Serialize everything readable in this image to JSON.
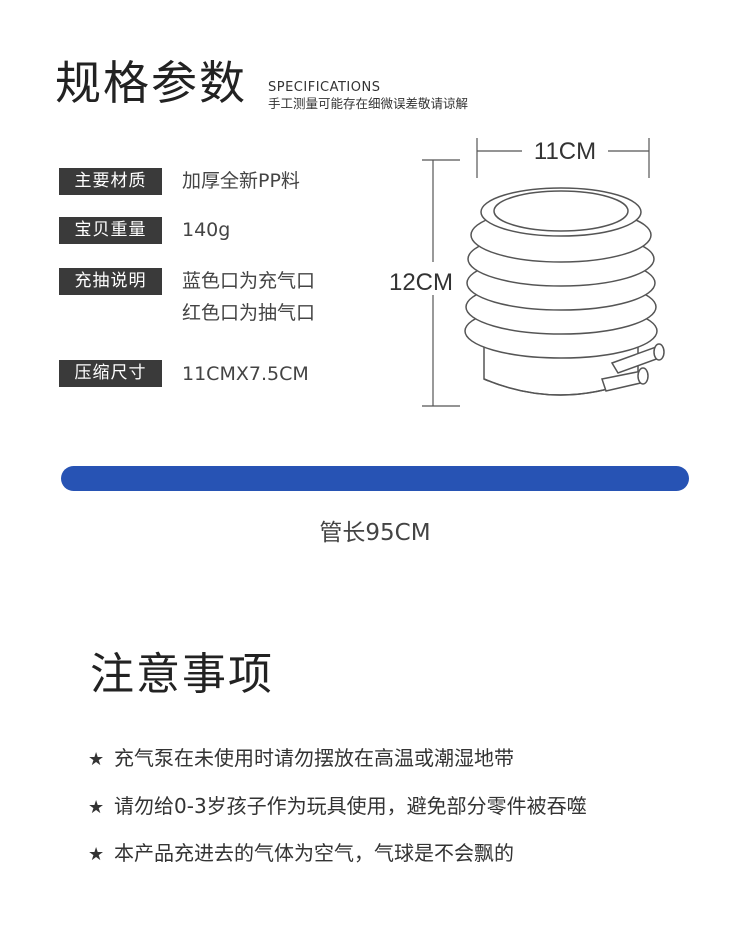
{
  "spec": {
    "title": "规格参数",
    "title_en": "SPECIFICATIONS",
    "note": "手工测量可能存在细微误差敬请谅解",
    "rows": [
      {
        "label": "主要材质",
        "value": "加厚全新PP料"
      },
      {
        "label": "宝贝重量",
        "value": "140g"
      },
      {
        "label": "充抽说明",
        "value": "蓝色口为充气口",
        "value2": "红色口为抽气口"
      },
      {
        "label": "压缩尺寸",
        "value": "11CMX7.5CM"
      }
    ]
  },
  "dimensions": {
    "width_label": "11CM",
    "height_label": "12CM"
  },
  "tube": {
    "label": "管长95CM",
    "color": "#2753b4"
  },
  "notes": {
    "title": "注意事项",
    "bullet": "★",
    "items": [
      "充气泵在未使用时请勿摆放在高温或潮湿地带",
      "请勿给0-3岁孩子作为玩具使用，避免部分零件被吞噬",
      "本产品充进去的气体为空气，气球是不会飘的"
    ]
  }
}
